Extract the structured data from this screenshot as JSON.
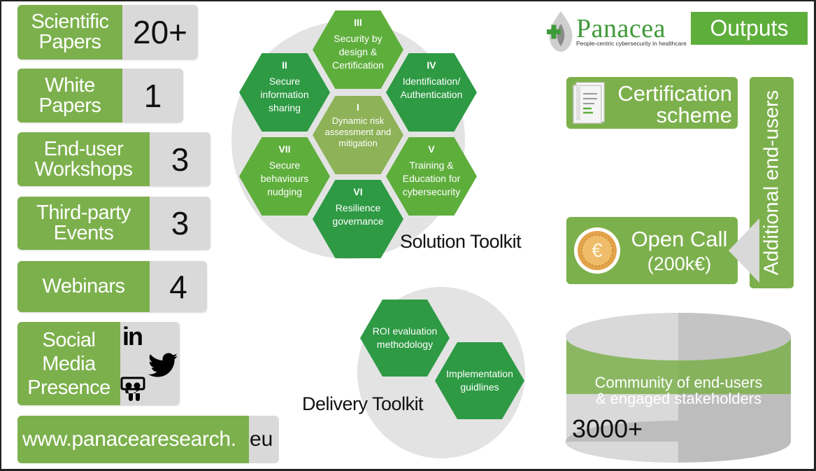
{
  "header": {
    "logo_name": "Panacea",
    "logo_tagline": "People-centric cybersecurity in healthcare",
    "section_title": "Outputs"
  },
  "stats": [
    {
      "label_line1": "Scientific",
      "label_line2": "Papers",
      "value": "20+"
    },
    {
      "label_line1": "White",
      "label_line2": "Papers",
      "value": "1"
    },
    {
      "label_line1": "End-user",
      "label_line2": "Workshops",
      "value": "3"
    },
    {
      "label_line1": "Third-party",
      "label_line2": "Events",
      "value": "3"
    },
    {
      "label_line1": "Webinars",
      "label_line2": "",
      "value": "4"
    }
  ],
  "social": {
    "line1": "Social",
    "line2": "Media",
    "line3": "Presence",
    "linkedin_text": "in"
  },
  "website": {
    "main": "www.panacearesearch.",
    "tld": "eu"
  },
  "solution_toolkit": {
    "label": "Solution Toolkit",
    "items": [
      {
        "numeral": "I",
        "text": "Dynamic risk assessment and mitigation"
      },
      {
        "numeral": "II",
        "text": "Secure information sharing"
      },
      {
        "numeral": "III",
        "text": "Security by design & Certification"
      },
      {
        "numeral": "IV",
        "text": "Identification/ Authentication"
      },
      {
        "numeral": "V",
        "text": "Training & Education for cybersecurity"
      },
      {
        "numeral": "VI",
        "text": "Resilience governance"
      },
      {
        "numeral": "VII",
        "text": "Secure behaviours nudging"
      }
    ]
  },
  "delivery_toolkit": {
    "label": "Delivery Toolkit",
    "items": [
      {
        "text": "ROI evaluation methodology"
      },
      {
        "text": "Implementation guidlines"
      }
    ]
  },
  "certification": {
    "line1": "Certification",
    "line2": "scheme"
  },
  "open_call": {
    "line1": "Open Call",
    "line2": "(200k€)",
    "coin_symbol": "€"
  },
  "additional": {
    "label": "Additional end-users"
  },
  "community": {
    "line1": "Community of end-users",
    "line2": "& engaged stakeholders",
    "value": "3000+"
  },
  "colors": {
    "light_green": "#7cb04c",
    "dark_green": "#2e9a44",
    "mid_green": "#5eae3c",
    "olive_green": "#8db257",
    "gray": "#d9d9d9"
  }
}
